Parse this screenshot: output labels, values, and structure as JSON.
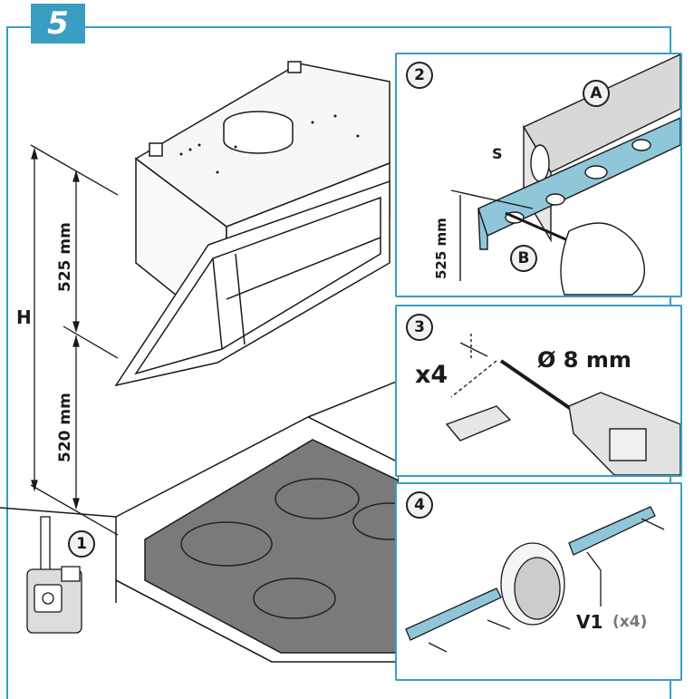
{
  "step": {
    "number": "5"
  },
  "main": {
    "dimension_upper": "525 mm",
    "dimension_lower": "520 mm",
    "height_label": "H",
    "tape_measure_marker": "1"
  },
  "panel_2": {
    "marker": "2",
    "label_a": "A",
    "label_b": "B",
    "label_s": "S",
    "dimension": "525 mm"
  },
  "panel_3": {
    "marker": "3",
    "quantity": "x4",
    "drill_size": "Ø 8 mm"
  },
  "panel_4": {
    "marker": "4",
    "screw_label": "V1",
    "screw_quantity": "(x4)"
  },
  "colors": {
    "accent": "#3a9ec2",
    "bracket": "#8fc7d9",
    "hob": "#7a7a7a",
    "line": "#1a1a1a"
  }
}
